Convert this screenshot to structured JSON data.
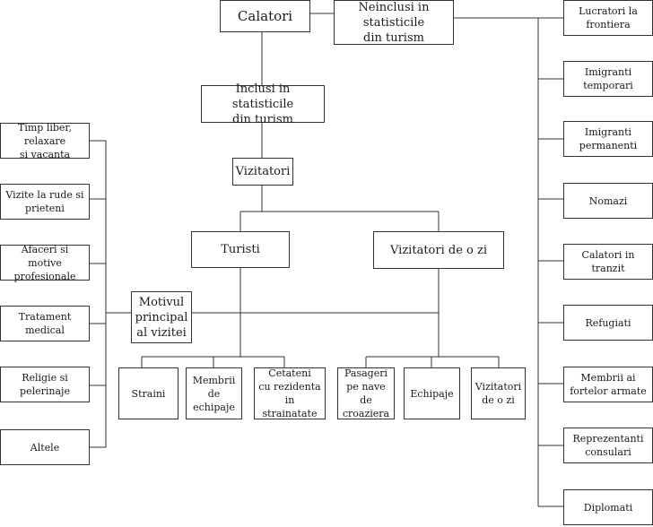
{
  "nodes": {
    "calatori": "Calatori",
    "neinclusi": "Neinclusi in statisticile\ndin turism",
    "inclusi": "Inclusi in statisticile\ndin turism",
    "vizitatori": "Vizitatori",
    "turisti": "Turisti",
    "vizitatori_o_zi": "Vizitatori de o zi",
    "motivul": "Motivul\nprincipal\nal vizitei",
    "straini": "Straini",
    "membrii_echipaje": "Membrii\nde\nechipaje",
    "cetateni": "Cetateni\ncu rezidenta\nin strainatate",
    "pasageri": "Pasageri\npe nave de\ncroaziera",
    "echipaje": "Echipaje",
    "vizitatori_o_zi_leaf": "Vizitatori\nde o zi"
  },
  "motives": [
    "Timp liber, relaxare\nsi vacanta",
    "Vizite la rude si\nprieteni",
    "Afaceri si motive\nprofesionale",
    "Tratament\nmedical",
    "Religie si\npelerinaje",
    "Altele"
  ],
  "excluded": [
    "Lucratori la\nfrontiera",
    "Imigranti\ntemporari",
    "Imigranti\npermanenti",
    "Nomazi",
    "Calatori in\ntranzit",
    "Refugiati",
    "Membrii ai\nfortelor armate",
    "Reprezentanti\nconsulari",
    "Diplomati"
  ]
}
